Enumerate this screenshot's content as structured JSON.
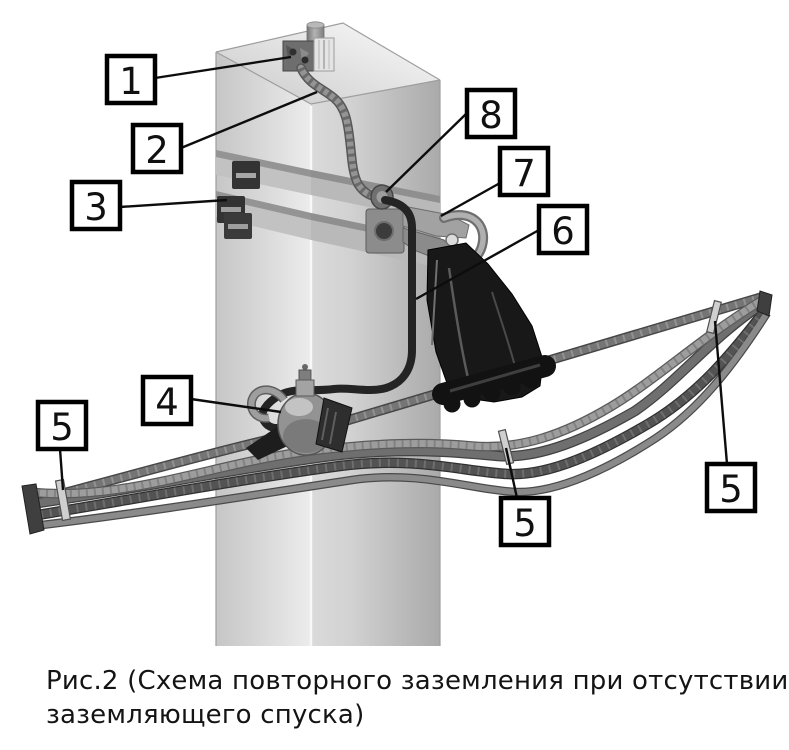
{
  "caption": {
    "line1": "Рис.2 (Схема повторного заземления при отсутствии",
    "line2": "заземляющего спуска)"
  },
  "callouts": [
    {
      "label": "1"
    },
    {
      "label": "2"
    },
    {
      "label": "3"
    },
    {
      "label": "4"
    },
    {
      "label": "5"
    },
    {
      "label": "5"
    },
    {
      "label": "5"
    },
    {
      "label": "6"
    },
    {
      "label": "7"
    },
    {
      "label": "8"
    }
  ],
  "palette": {
    "background": "#ffffff",
    "text": "#141414",
    "callout_outline": "#000000",
    "pole_top": "#e6e6e6",
    "pole_left": "#d9d9d9",
    "pole_right": "#c0c0c0",
    "band": "#c2c2c2",
    "band_top_edge": "#949494",
    "buckle": "#333333",
    "metal_plate_dark": "#6e6e6e",
    "metal_plate_bright": "#e4e4e4",
    "twisted_wire": "#949494",
    "jumper_black": "#242424",
    "bracket": "#a2a2a2",
    "anchor_clamp": "#181818",
    "connector_body": "#939393",
    "connector_jaw": "#2e2e2e",
    "conductor_light": "#9d9d9d",
    "conductor_mid": "#6f6f6f",
    "conductor_dark": "#535353",
    "conductor_mid2": "#8a8a8a",
    "tap_conductor": "#757575",
    "cable_tie": "#cfcfcf",
    "cut_end": "#3f3f3f"
  }
}
